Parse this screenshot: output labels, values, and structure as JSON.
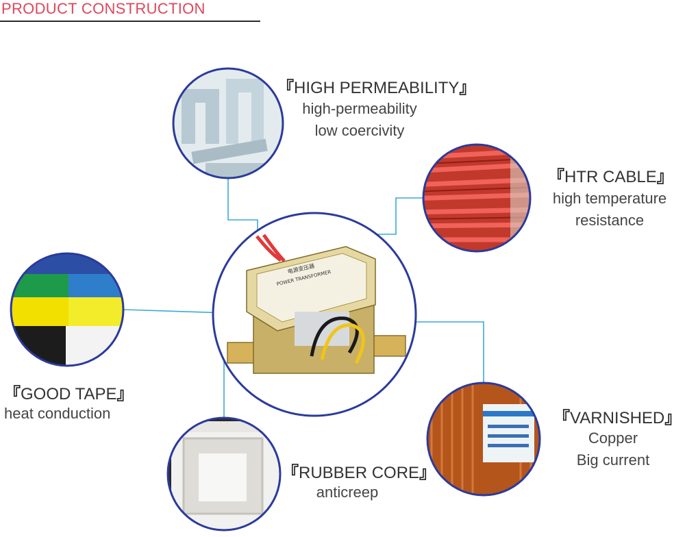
{
  "header": {
    "title": "PRODUCT CONSTRUCTION"
  },
  "features": {
    "permeability": {
      "title": "HIGH PERMEABILITY",
      "lines": [
        "high-permeability",
        "low coercivity"
      ]
    },
    "cable": {
      "title": "HTR CABLE",
      "lines": [
        "high temperature",
        "resistance"
      ]
    },
    "tape": {
      "title": "GOOD TAPE",
      "lines": [
        "heat conduction"
      ]
    },
    "core": {
      "title": "RUBBER CORE",
      "lines": [
        "anticreep"
      ]
    },
    "varnished": {
      "title": "VARNISHED",
      "lines": [
        "Copper",
        "Big current"
      ]
    }
  },
  "product": {
    "label_line1": "电源变压器",
    "label_line2": "POWER TRANSFORMER"
  },
  "colors": {
    "accent": "#e0465b",
    "ring": "#2b3a9c",
    "connector": "#3aa9d9"
  },
  "brackets": {
    "open": "『",
    "close": "』"
  }
}
